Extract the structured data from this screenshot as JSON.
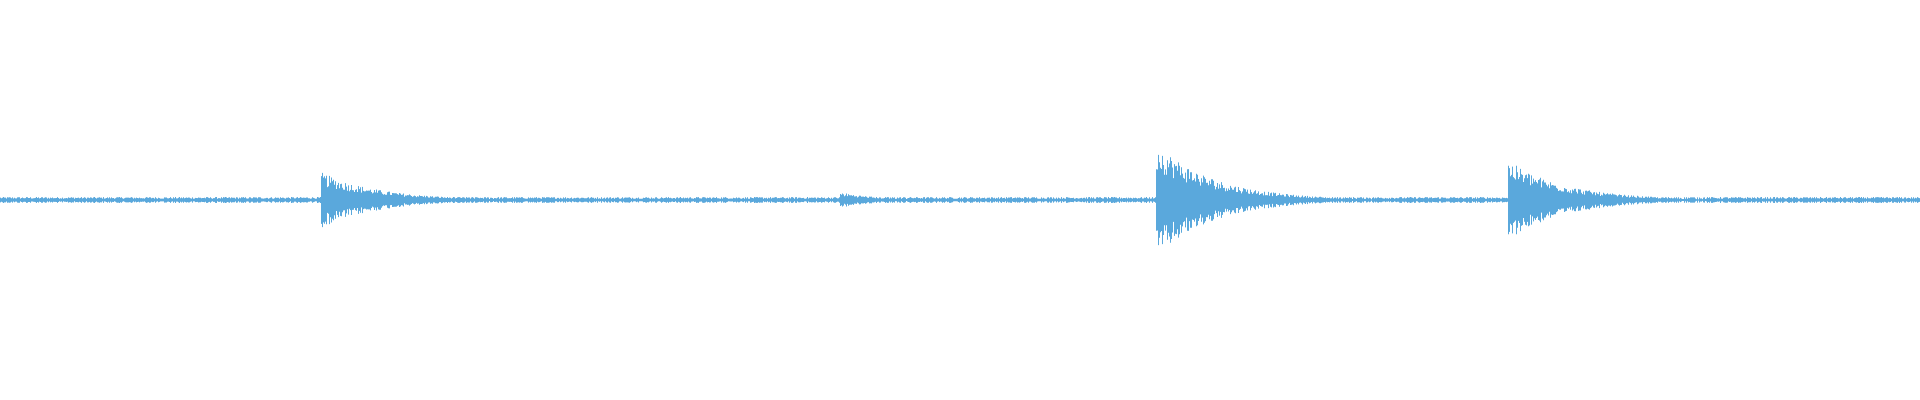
{
  "waveform": {
    "color": "#5aa8dc",
    "background": "#ffffff",
    "baseline_amplitude": 0.03,
    "transients": [
      {
        "time": 0.167,
        "peak": 0.28,
        "decay": 0.03
      },
      {
        "time": 0.437,
        "peak": 0.08,
        "decay": 0.02
      },
      {
        "time": 0.602,
        "peak": 0.58,
        "decay": 0.03
      },
      {
        "time": 0.785,
        "peak": 0.4,
        "decay": 0.03
      }
    ]
  }
}
